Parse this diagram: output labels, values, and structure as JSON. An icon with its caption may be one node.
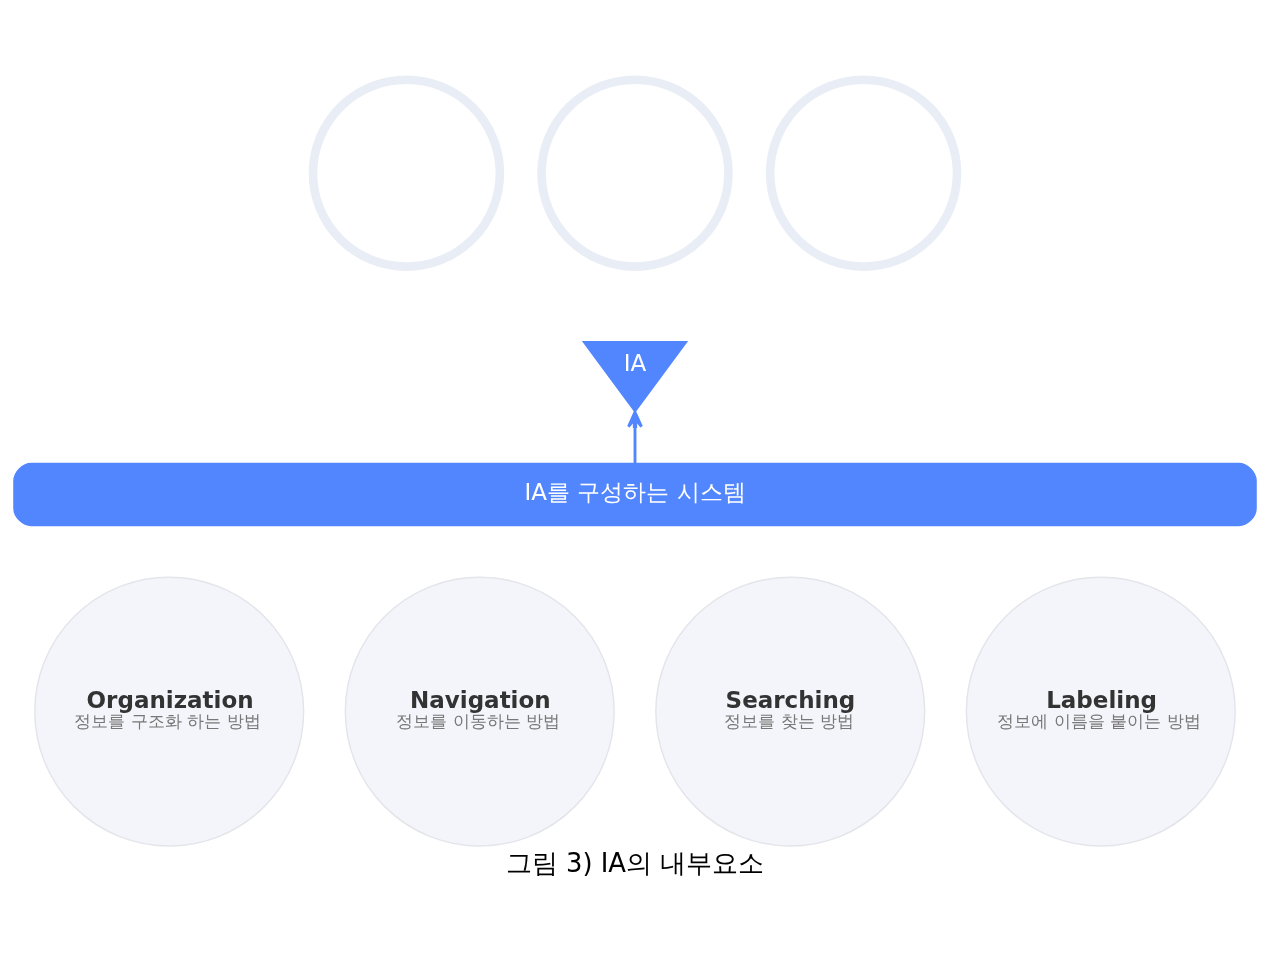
{
  "diagram": {
    "caption": "그림 3) IA의 내부요소",
    "nodes": [
      {
        "text": [],
        "shape": "circle"
      },
      {
        "text": [],
        "shape": "circle"
      },
      {
        "text": [],
        "shape": "circle"
      },
      {
        "text": [
          "IA"
        ]
      },
      {
        "text": [
          "IA를 구성하는 시스템"
        ]
      },
      {
        "text": [
          "Organization",
          "정보를 구조화 하는 방법"
        ]
      },
      {
        "text": [
          "Navigation",
          "정보를 이동하는 방법"
        ]
      },
      {
        "text": [
          "Searching",
          "정보를 찾는 방법"
        ]
      },
      {
        "text": [
          "Labeling",
          "정보에 이름을 붙이는 방법"
        ]
      }
    ],
    "edges": [
      {
        "from": 4,
        "to": 3,
        "arrow": "to",
        "color": "#5286ff"
      }
    ]
  }
}
